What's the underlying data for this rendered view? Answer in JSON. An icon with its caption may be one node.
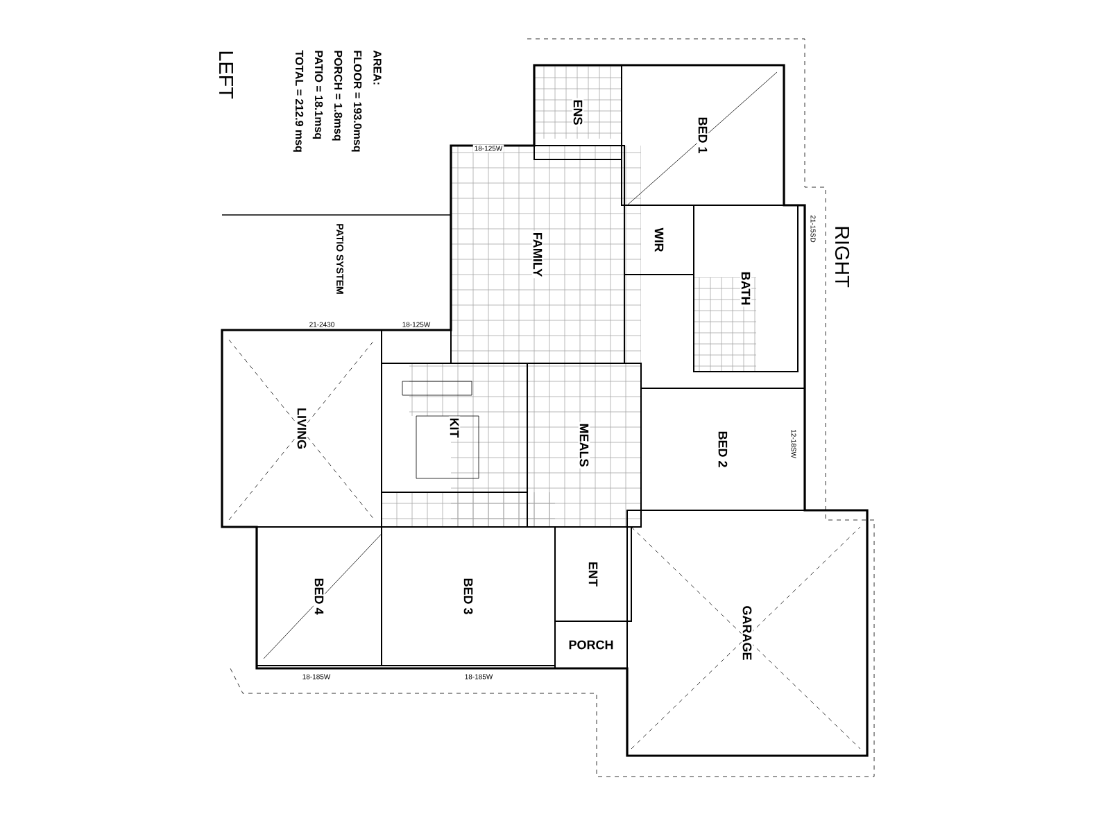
{
  "diagram": {
    "nodes": [
      {
        "text": [
          "BED 1"
        ]
      },
      {
        "text": [
          "ENS"
        ]
      },
      {
        "text": [
          "WIR"
        ]
      },
      {
        "text": [
          "BATH"
        ]
      },
      {
        "text": [
          "FAMILY"
        ]
      },
      {
        "text": [
          "LIVING"
        ]
      },
      {
        "text": [
          "KIT"
        ]
      },
      {
        "text": [
          "MEALS"
        ]
      },
      {
        "text": [
          "BED 4"
        ]
      },
      {
        "text": [
          "BED 3"
        ]
      },
      {
        "text": [
          "ENT"
        ]
      },
      {
        "text": [
          "PORCH"
        ]
      },
      {
        "text": [
          "BED 2"
        ]
      },
      {
        "text": [
          "GARAGE"
        ]
      }
    ],
    "labels": [
      "AREA:",
      "FLOOR = 193.0msq",
      "PORCH = 1.8msq",
      "PATIO = 18.1msq",
      "TOTAL = 212.9 msq",
      "LEFT",
      "PATIO SYSTEM",
      "RIGHT",
      "18-125W",
      "21-2430",
      "18-125W",
      "18-185W",
      "18-185W",
      "12-18SW",
      "21-15SD"
    ]
  }
}
